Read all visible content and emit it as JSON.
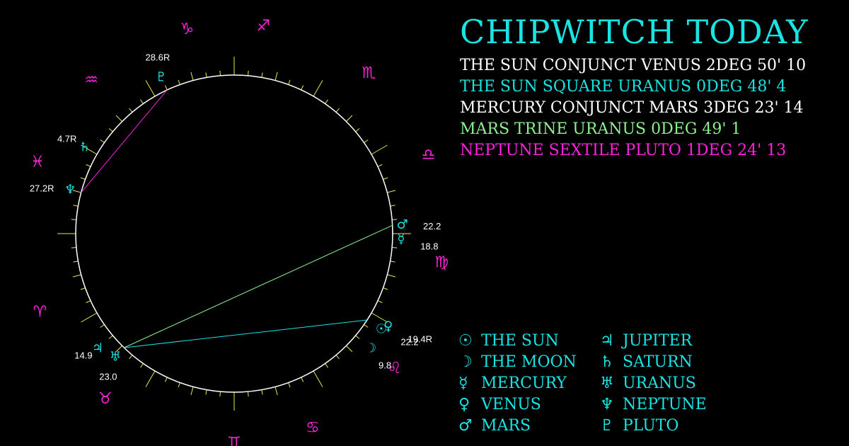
{
  "title": "CHIPWITCH TODAY",
  "aspects": [
    {
      "text": "THE SUN CONJUNCT VENUS 2DEG 50' 10",
      "color": "#ffffff"
    },
    {
      "text": "THE SUN SQUARE URANUS 0DEG 48' 4",
      "color": "#18e4e4"
    },
    {
      "text": "MERCURY CONJUNCT MARS 3DEG 23' 14",
      "color": "#ffffff"
    },
    {
      "text": "MARS TRINE URANUS 0DEG 49' 1",
      "color": "#8cf08c"
    },
    {
      "text": "NEPTUNE SEXTILE PLUTO 1DEG 24' 13",
      "color": "#ff22dd"
    }
  ],
  "legend": [
    {
      "glyph": "☉",
      "name": "THE SUN"
    },
    {
      "glyph": "♃",
      "name": "JUPITER"
    },
    {
      "glyph": "☽",
      "name": "THE MOON"
    },
    {
      "glyph": "♄",
      "name": "SATURN"
    },
    {
      "glyph": "☿",
      "name": "MERCURY"
    },
    {
      "glyph": "♅",
      "name": "URANUS"
    },
    {
      "glyph": "♀",
      "name": "VENUS"
    },
    {
      "glyph": "♆",
      "name": "NEPTUNE"
    },
    {
      "glyph": "♂",
      "name": "MARS"
    },
    {
      "glyph": "♇",
      "name": "PLUTO"
    }
  ],
  "colors": {
    "background": "#000000",
    "circle": "#ffffff",
    "ticks": "#e8e84a",
    "zodiac": "#ff22dd",
    "planet": "#18e4e4",
    "label": "#ffffff"
  },
  "zodiac": [
    {
      "sign": "aries",
      "glyph": "♈"
    },
    {
      "sign": "taurus",
      "glyph": "♉"
    },
    {
      "sign": "gemini",
      "glyph": "♊"
    },
    {
      "sign": "cancer",
      "glyph": "♋"
    },
    {
      "sign": "leo",
      "glyph": "♌"
    },
    {
      "sign": "virgo",
      "glyph": "♍"
    },
    {
      "sign": "libra",
      "glyph": "♎"
    },
    {
      "sign": "scorpio",
      "glyph": "♏"
    },
    {
      "sign": "sagittarius",
      "glyph": "♐"
    },
    {
      "sign": "capricorn",
      "glyph": "♑"
    },
    {
      "sign": "aquarius",
      "glyph": "♒"
    },
    {
      "sign": "pisces",
      "glyph": "♓"
    }
  ],
  "planets": [
    {
      "name": "sun",
      "glyph": "☉",
      "label": "22.2",
      "sign": "leo"
    },
    {
      "name": "moon",
      "glyph": "☽",
      "label": "9.8",
      "sign": "leo"
    },
    {
      "name": "mercury",
      "glyph": "☿",
      "label": "18.8",
      "sign": "virgo"
    },
    {
      "name": "venus",
      "glyph": "♀",
      "label": "19.4R",
      "sign": "leo"
    },
    {
      "name": "mars",
      "glyph": "♂",
      "label": "22.2",
      "sign": "virgo"
    },
    {
      "name": "jupiter",
      "glyph": "♃",
      "label": "14.9",
      "sign": "taurus"
    },
    {
      "name": "saturn",
      "glyph": "♄",
      "label": "4.7R",
      "sign": "pisces"
    },
    {
      "name": "uranus",
      "glyph": "♅",
      "label": "23.0",
      "sign": "taurus"
    },
    {
      "name": "neptune",
      "glyph": "♆",
      "label": "27.2R",
      "sign": "pisces"
    },
    {
      "name": "pluto",
      "glyph": "♇",
      "label": "28.6R",
      "sign": "capricorn"
    }
  ],
  "aspect_lines": [
    {
      "from": "sun",
      "to": "venus",
      "color": "#ffffff"
    },
    {
      "from": "mercury",
      "to": "mars",
      "color": "#ffffff"
    },
    {
      "from": "sun",
      "to": "uranus",
      "color": "#18e4e4"
    },
    {
      "from": "mars",
      "to": "uranus",
      "color": "#8cf08c"
    },
    {
      "from": "neptune",
      "to": "pluto",
      "color": "#ff22dd"
    }
  ]
}
